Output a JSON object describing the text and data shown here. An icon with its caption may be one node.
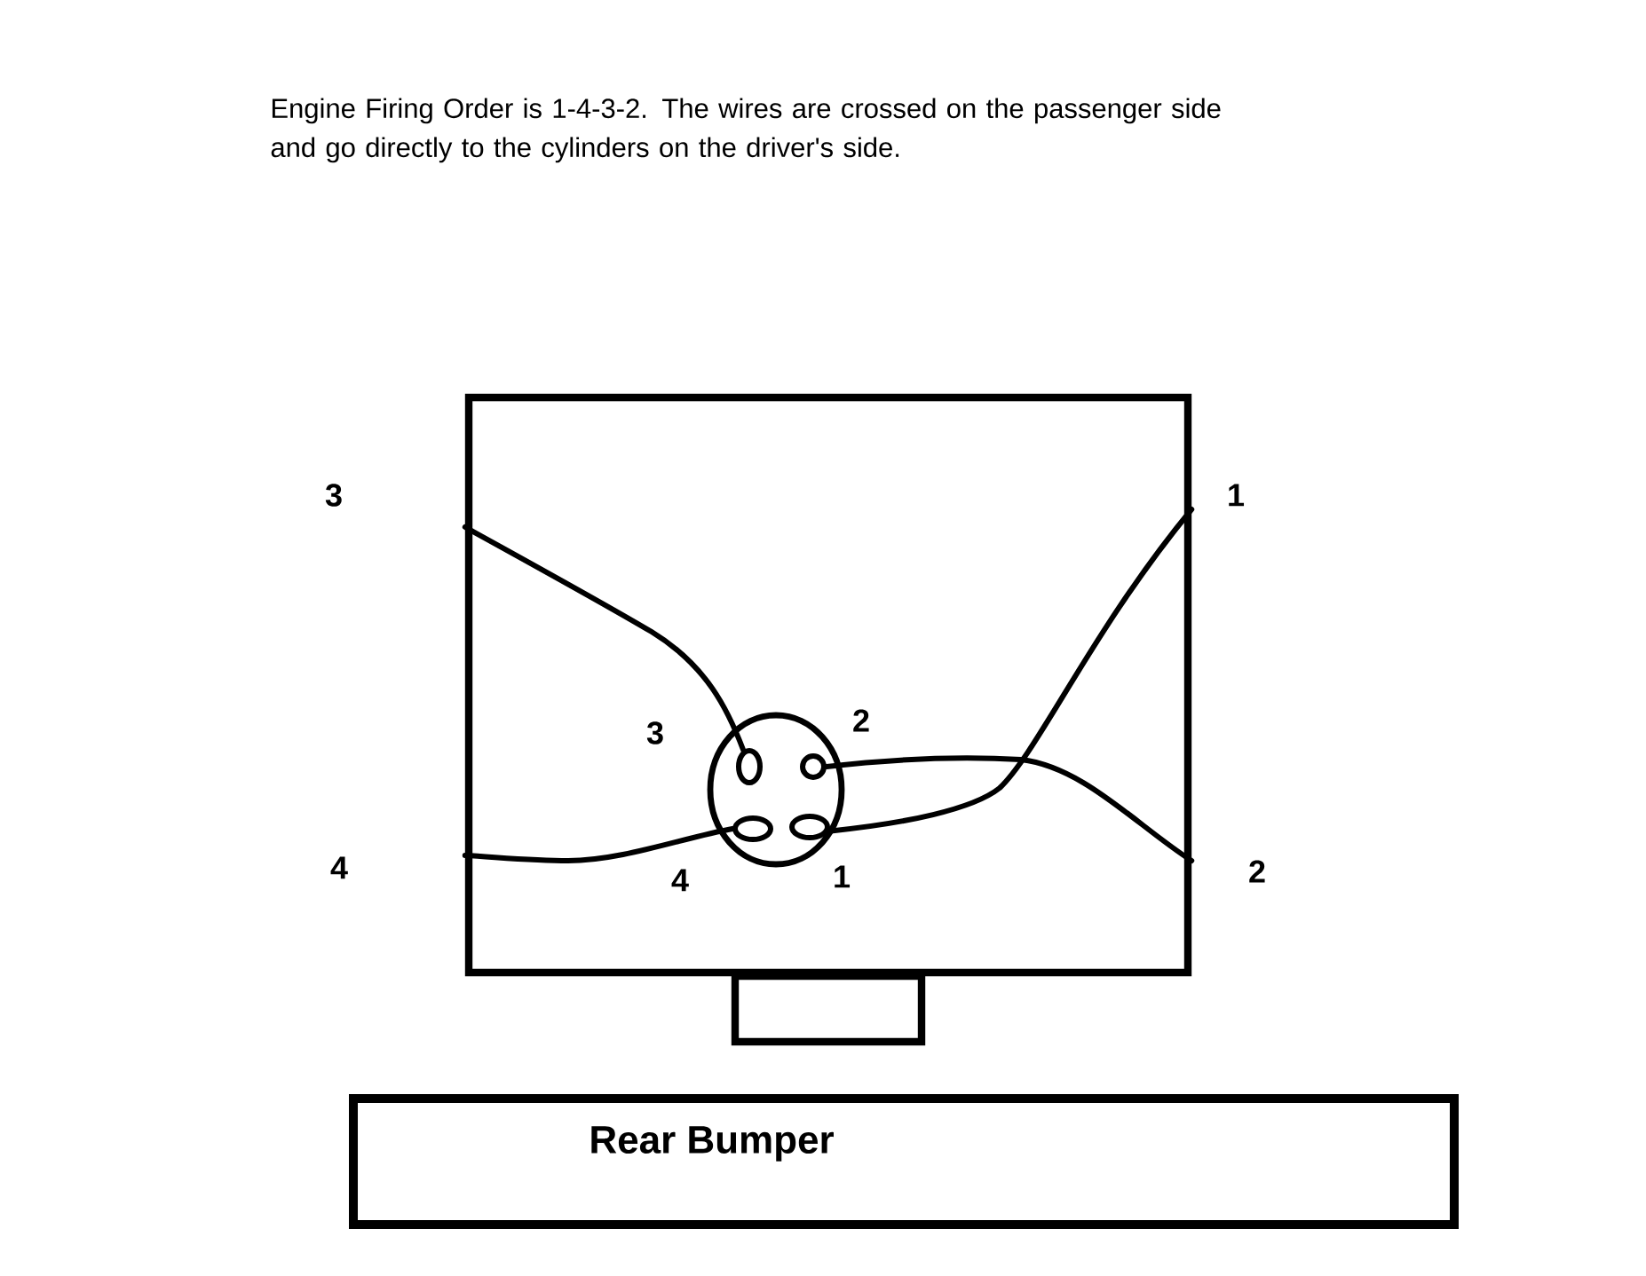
{
  "diagram": {
    "title": "Engine Firing Order is 1-4-3-2. The wires are crossed on the passenger side and go directly to the cylinders on the driver's side.",
    "nodes": [
      {
        "text": [],
        "shape": "box"
      },
      {
        "text": [],
        "shape": "circle",
        "in": 0
      },
      {
        "text": [],
        "shape": "circle",
        "in": 1,
        "beside": [
          "3"
        ]
      },
      {
        "text": [],
        "shape": "circle",
        "in": 1,
        "beside": [
          "2"
        ]
      },
      {
        "text": [],
        "shape": "circle",
        "in": 1,
        "beside": [
          "4"
        ]
      },
      {
        "text": [],
        "shape": "circle",
        "in": 1,
        "beside": [
          "1"
        ]
      },
      {
        "text": [],
        "shape": "box"
      },
      {
        "text": [
          "Rear Bumper"
        ]
      }
    ],
    "edges": [
      {
        "from": 2,
        "to": 0,
        "arrow": "none"
      },
      {
        "from": 3,
        "to": 0,
        "arrow": "none"
      },
      {
        "from": 4,
        "to": 0,
        "arrow": "none"
      },
      {
        "from": 5,
        "to": 0,
        "arrow": "none"
      }
    ],
    "labels": [
      "3",
      "1",
      "4",
      "2"
    ]
  }
}
